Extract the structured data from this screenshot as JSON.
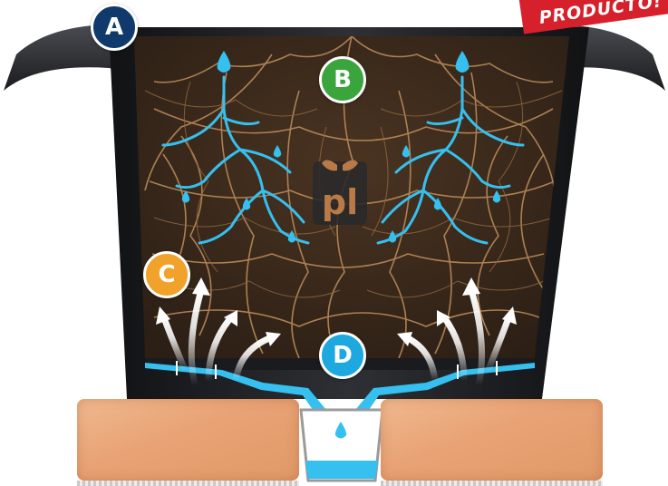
{
  "badges": {
    "a": "A",
    "b": "B",
    "c": "C",
    "d": "D"
  },
  "banner": {
    "text": "PRODUCTO!"
  },
  "logo": {
    "text": "pl"
  },
  "colors": {
    "pot": "#222428",
    "soil": "#3a2a1d",
    "roots": "#b98a5a",
    "water": "#35c0ef",
    "badge_a": "#0f3a6b",
    "badge_b": "#3aa53c",
    "badge_c": "#f0a22b",
    "badge_d": "#1da9df",
    "banner": "#d6202b",
    "brick": "#e8a274"
  }
}
